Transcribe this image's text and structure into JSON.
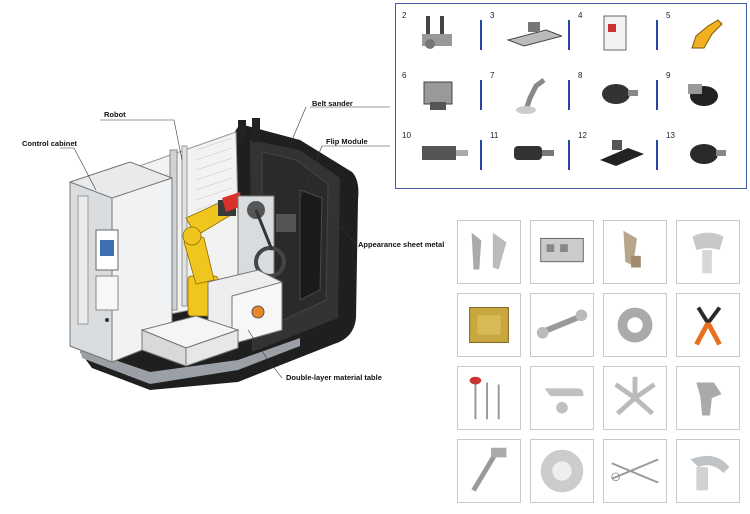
{
  "callouts": {
    "robot": "Robot",
    "belt_sander": "Belt sander",
    "control_cabinet": "Control cabinet",
    "flip_module": "Flip Module",
    "appearance_sheet_metal": "Appearance sheet metal",
    "material_table": "Double-layer material table"
  },
  "parts": [
    {
      "num": "2",
      "icon": "gripper-tool-icon"
    },
    {
      "num": "3",
      "icon": "workbench-fixture-icon"
    },
    {
      "num": "4",
      "icon": "control-box-icon"
    },
    {
      "num": "5",
      "icon": "robot-arm-icon"
    },
    {
      "num": "6",
      "icon": "flip-gripper-icon"
    },
    {
      "num": "7",
      "icon": "collaborative-robot-icon"
    },
    {
      "num": "8",
      "icon": "motor-spindle-icon"
    },
    {
      "num": "9",
      "icon": "servo-motor-icon"
    },
    {
      "num": "10",
      "icon": "electric-spindle-icon"
    },
    {
      "num": "11",
      "icon": "pneumatic-spindle-icon"
    },
    {
      "num": "12",
      "icon": "angle-grinder-icon"
    },
    {
      "num": "13",
      "icon": "polishing-head-icon"
    }
  ],
  "products": [
    {
      "icon": "bracket-parts-icon"
    },
    {
      "icon": "engine-cover-icon"
    },
    {
      "icon": "valve-fitting-icon"
    },
    {
      "icon": "knee-implant-icon"
    },
    {
      "icon": "floor-socket-cover-icon"
    },
    {
      "icon": "wrench-icon"
    },
    {
      "icon": "gear-hub-icon"
    },
    {
      "icon": "pliers-icon"
    },
    {
      "icon": "golf-club-heads-icon"
    },
    {
      "icon": "door-handle-icon"
    },
    {
      "icon": "chair-base-icon"
    },
    {
      "icon": "faucet-body-icon"
    },
    {
      "icon": "hammer-icon"
    },
    {
      "icon": "wheel-rim-icon"
    },
    {
      "icon": "surgical-scissors-icon"
    },
    {
      "icon": "faucet-spout-icon"
    }
  ],
  "colors": {
    "robot_yellow": "#f0c51e",
    "panel_border": "#3f5ea8",
    "divider_blue": "#2846a3",
    "belt_red": "#d8322a",
    "cabinet_grey": "#e8eaec"
  }
}
